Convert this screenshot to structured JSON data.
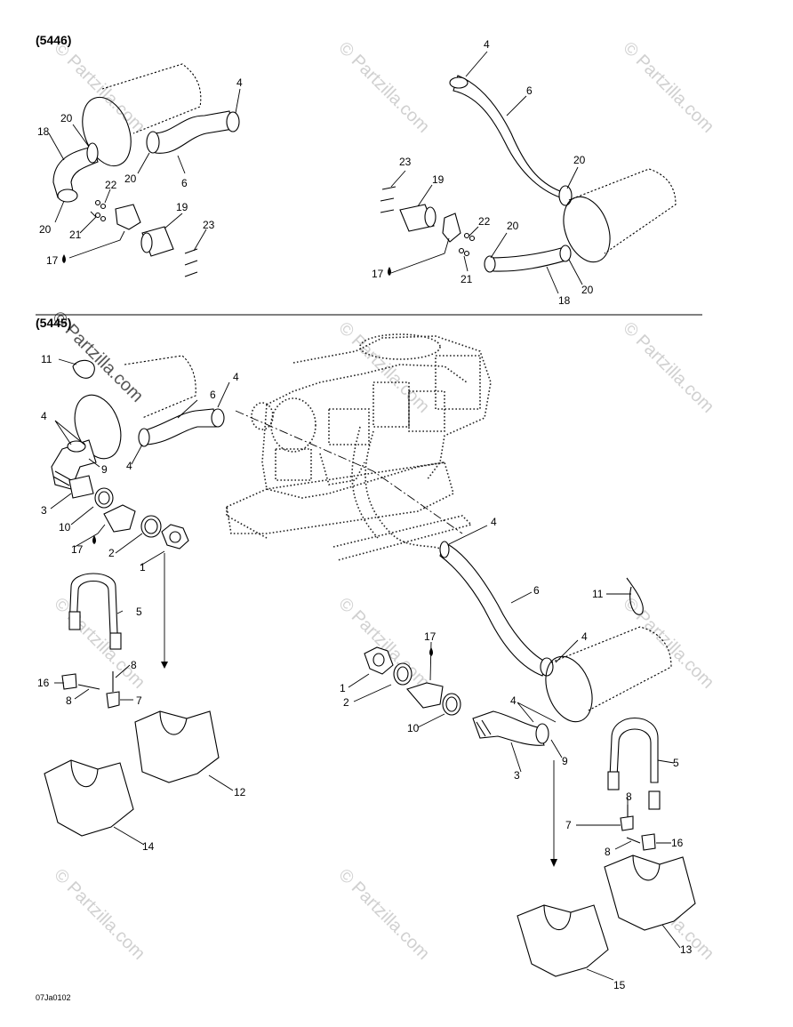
{
  "sections": {
    "top": "(5446)",
    "bottom": "(5445)"
  },
  "watermark": "© Partzilla.com",
  "drawing_code": "07Ja0102",
  "callouts": {
    "t_4a": "4",
    "t_20a": "20",
    "t_18a": "18",
    "t_20b": "20",
    "t_6a": "6",
    "t_22a": "22",
    "t_20c": "20",
    "t_21a": "21",
    "t_17a": "17",
    "t_19a": "19",
    "t_23a": "23",
    "t_4b": "4",
    "t_6b": "6",
    "t_20d": "20",
    "t_23b": "23",
    "t_19b": "19",
    "t_22b": "22",
    "t_20e": "20",
    "t_17b": "17",
    "t_21b": "21",
    "t_20f": "20",
    "t_18b": "18",
    "b_11a": "11",
    "b_6a": "6",
    "b_4a": "4",
    "b_4b": "4",
    "b_9a": "9",
    "b_4c": "4",
    "b_3a": "3",
    "b_10a": "10",
    "b_17a": "17",
    "b_2a": "2",
    "b_1a": "1",
    "b_5a": "5",
    "b_8a": "8",
    "b_16a": "16",
    "b_8b": "8",
    "b_7a": "7",
    "b_12": "12",
    "b_14": "14",
    "b_4d": "4",
    "b_6b": "6",
    "b_11b": "11",
    "b_4e": "4",
    "b_17b": "17",
    "b_1b": "1",
    "b_2b": "2",
    "b_4f": "4",
    "b_10b": "10",
    "b_9b": "9",
    "b_3b": "3",
    "b_5b": "5",
    "b_8c": "8",
    "b_7b": "7",
    "b_16b": "16",
    "b_8d": "8",
    "b_13": "13",
    "b_15": "15"
  }
}
